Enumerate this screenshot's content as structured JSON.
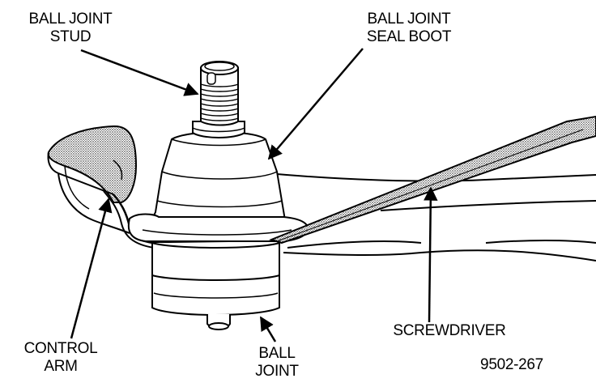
{
  "labels": {
    "stud": [
      "BALL JOINT",
      "STUD"
    ],
    "boot": [
      "BALL JOINT",
      "SEAL BOOT"
    ],
    "control_arm": [
      "CONTROL",
      "ARM"
    ],
    "ball_joint": [
      "BALL",
      "JOINT"
    ],
    "screwdriver": "SCREWDRIVER",
    "figure_number": "9502-267"
  },
  "colors": {
    "ink": "#000000",
    "paper": "#ffffff",
    "stipple": "#8a8a8a"
  }
}
